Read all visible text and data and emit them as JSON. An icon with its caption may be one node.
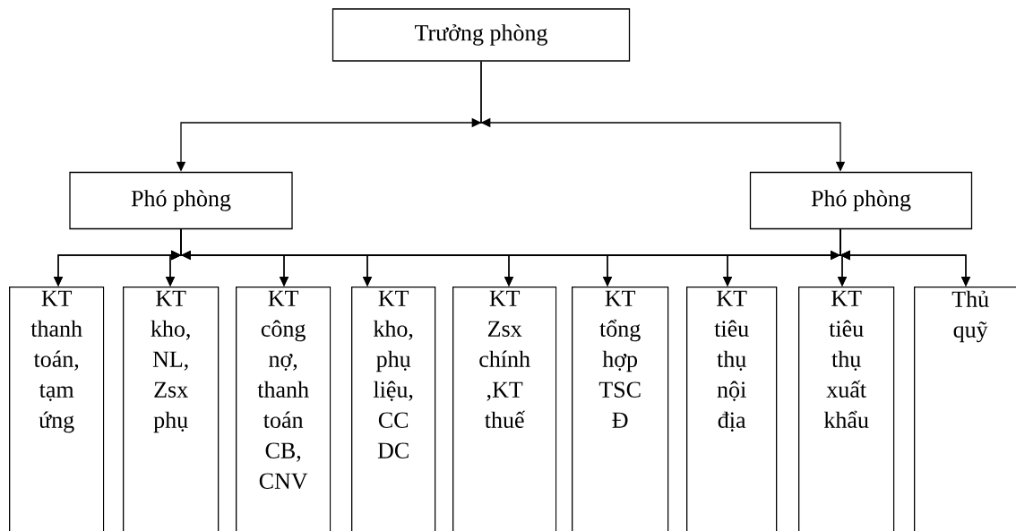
{
  "diagram": {
    "nodes": [
      {
        "text": [
          "Trưởng phòng"
        ]
      },
      {
        "text": [
          "Phó phòng"
        ]
      },
      {
        "text": [
          "Phó phòng"
        ]
      },
      {
        "text": [
          "KT thanh toán, tạm ứng"
        ]
      },
      {
        "text": [
          "KT kho, NL, Zsx phụ"
        ]
      },
      {
        "text": [
          "KT công nợ, thanh toán CB, CNV"
        ]
      },
      {
        "text": [
          "KT kho, phụ liệu, CC DC"
        ]
      },
      {
        "text": [
          "KT Zsx chính ,KT thuế"
        ]
      },
      {
        "text": [
          "KT tổng hợp TSC Đ"
        ]
      },
      {
        "text": [
          "KT tiêu thụ nội địa"
        ]
      },
      {
        "text": [
          "KT tiêu thụ xuất khẩu"
        ]
      },
      {
        "text": [
          "Thủ quỹ"
        ]
      }
    ],
    "edges": [
      {
        "from": 0,
        "to": 1,
        "arrow": "to"
      },
      {
        "from": 0,
        "to": 2,
        "arrow": "to"
      },
      {
        "from": 1,
        "to": 3,
        "arrow": "to"
      },
      {
        "from": 1,
        "to": 4,
        "arrow": "to"
      },
      {
        "from": 1,
        "to": 5,
        "arrow": "to"
      },
      {
        "from": 1,
        "to": 6,
        "arrow": "to"
      },
      {
        "from": 1,
        "to": 7,
        "arrow": "to"
      },
      {
        "from": 1,
        "to": 8,
        "arrow": "to"
      },
      {
        "from": 1,
        "to": 9,
        "arrow": "to"
      },
      {
        "from": 1,
        "to": 10,
        "arrow": "to"
      },
      {
        "from": 1,
        "to": 11,
        "arrow": "to"
      },
      {
        "from": 2,
        "to": 3,
        "arrow": "to"
      },
      {
        "from": 2,
        "to": 4,
        "arrow": "to"
      },
      {
        "from": 2,
        "to": 5,
        "arrow": "to"
      },
      {
        "from": 2,
        "to": 6,
        "arrow": "to"
      },
      {
        "from": 2,
        "to": 7,
        "arrow": "to"
      },
      {
        "from": 2,
        "to": 8,
        "arrow": "to"
      },
      {
        "from": 2,
        "to": 9,
        "arrow": "to"
      },
      {
        "from": 2,
        "to": 10,
        "arrow": "to"
      },
      {
        "from": 2,
        "to": 11,
        "arrow": "to"
      }
    ]
  }
}
